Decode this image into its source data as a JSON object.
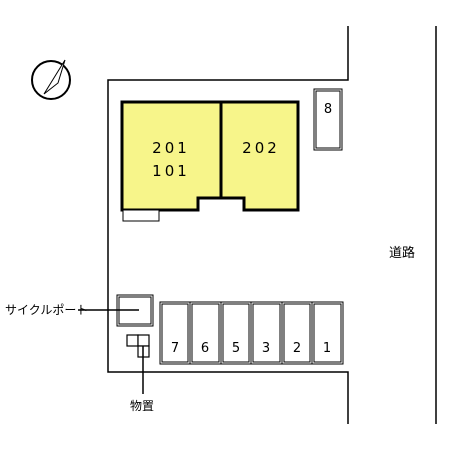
{
  "units": {
    "left_upper": "201",
    "left_lower": "101",
    "right": "202"
  },
  "parking": {
    "spaces": [
      "7",
      "6",
      "5",
      "3",
      "2",
      "1"
    ],
    "top_space": "8"
  },
  "labels": {
    "cycle_port": "サイクルポート",
    "storage": "物置",
    "road": "道路"
  },
  "colors": {
    "building_fill": "#f7f58a",
    "line": "#000000",
    "background": "#ffffff"
  },
  "icons": {
    "compass": "north-arrow-icon"
  }
}
